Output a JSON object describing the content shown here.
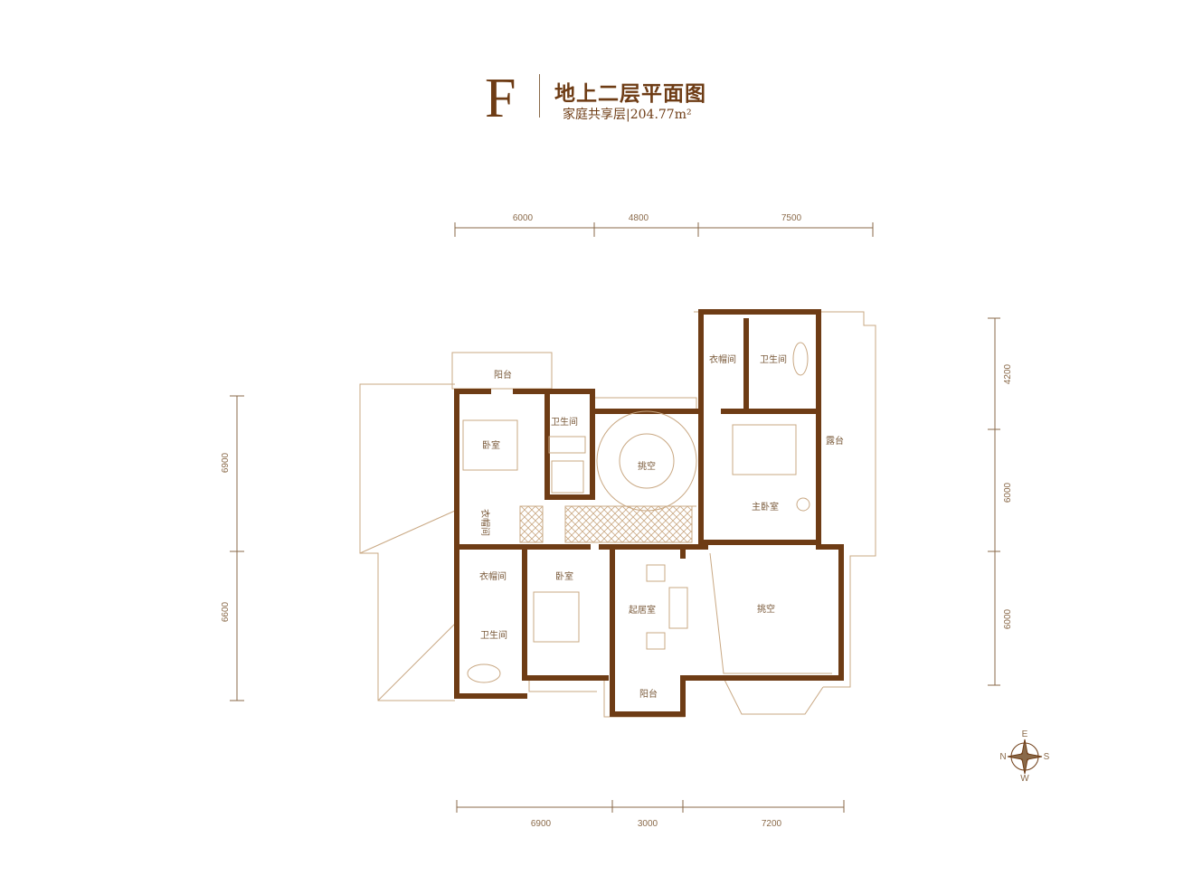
{
  "header": {
    "unit_letter": "F",
    "title": "地上二层平面图",
    "subtitle": "家庭共享层|204.77m²"
  },
  "dimensions": {
    "top": [
      "6000",
      "4800",
      "7500"
    ],
    "bottom": [
      "6900",
      "3000",
      "7200"
    ],
    "left": [
      "6900",
      "6600"
    ],
    "right": [
      "4200",
      "6000",
      "6000"
    ]
  },
  "rooms": {
    "balcony_nw": "阳台",
    "bedroom_nw": "卧室",
    "bath_n": "卫生间",
    "void_stair": "挑空",
    "closet_w": "衣帽间",
    "closet_sw": "衣帽间",
    "bedroom_s": "卧室",
    "bath_sw": "卫生间",
    "living": "起居室",
    "balcony_s": "阳台",
    "void_se": "挑空",
    "master_bedroom": "主卧室",
    "terrace": "露台",
    "closet_ne": "衣帽间",
    "bath_ne": "卫生间"
  },
  "compass": {
    "n": "N",
    "s": "S",
    "e": "E",
    "w": "W"
  },
  "colors": {
    "brand": "#6e3c15",
    "line": "#c9a883"
  }
}
